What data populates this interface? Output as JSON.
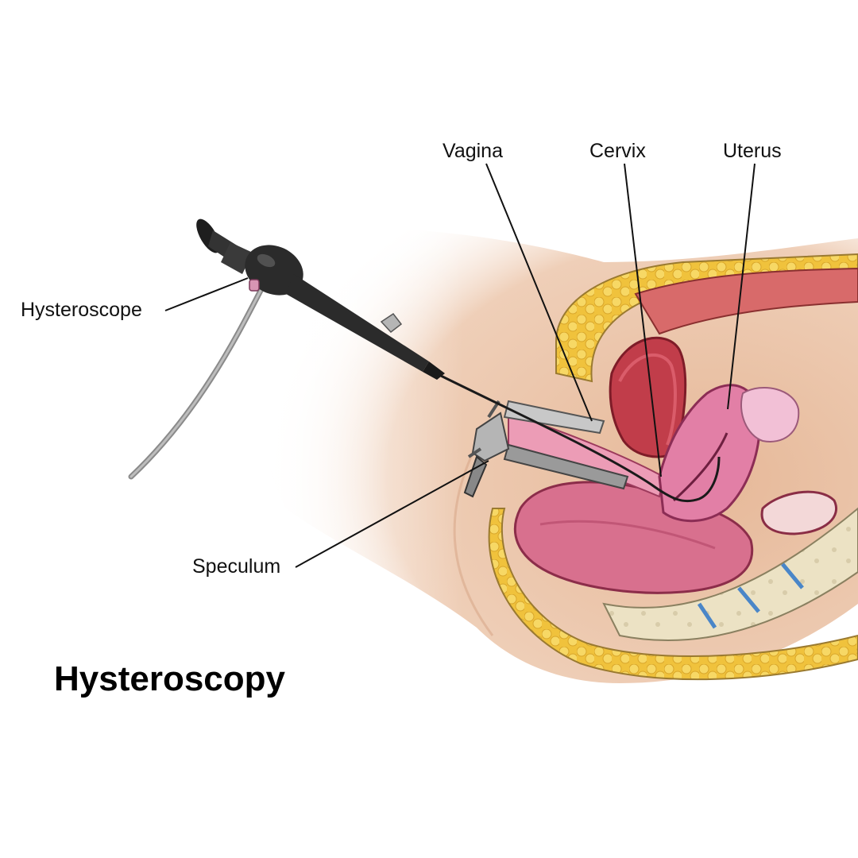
{
  "title": "Hysteroscopy",
  "labels": {
    "vagina": "Vagina",
    "cervix": "Cervix",
    "uterus": "Uterus",
    "hysteroscope": "Hysteroscope",
    "speculum": "Speculum"
  },
  "colors": {
    "skin": "#e9c2a6",
    "fat": "#f2c94c",
    "uterus": "#e27fa6",
    "rectum": "#d9708f",
    "bladder": "#c8424f",
    "instrument_dark": "#2b2b2b",
    "speculum_metal": "#a9a9a9"
  }
}
